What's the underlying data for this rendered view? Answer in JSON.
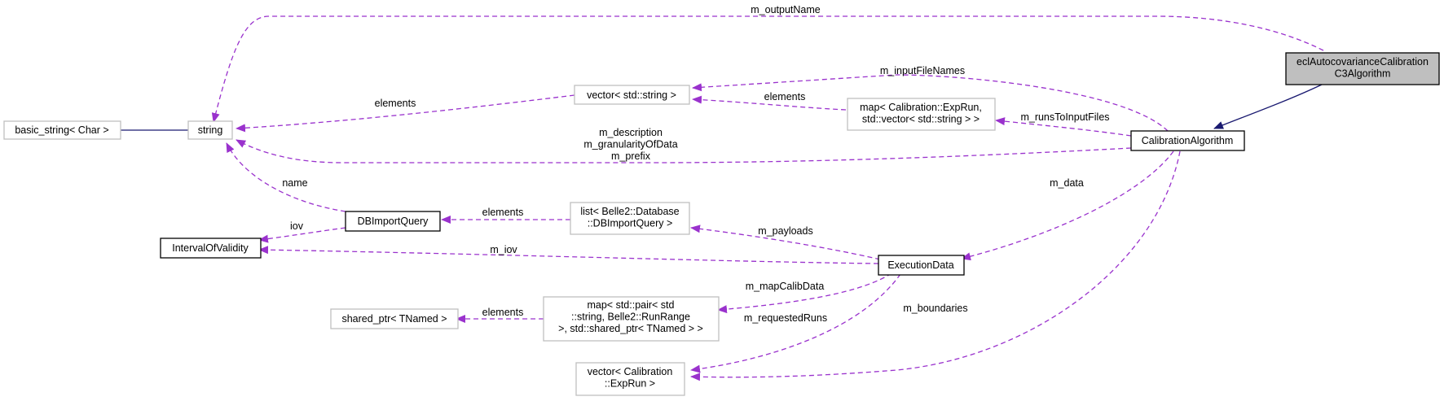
{
  "diagram": {
    "nodes": {
      "ecl": [
        "eclAutocovarianceCalibration",
        "C3Algorithm"
      ],
      "calib": [
        "CalibrationAlgorithm"
      ],
      "string": [
        "string"
      ],
      "basic_string": [
        "basic_string< Char >"
      ],
      "vector_string": [
        "vector< std::string >"
      ],
      "map_exprun": [
        "map< Calibration::ExpRun,",
        "std::vector< std::string > >"
      ],
      "dbimportquery": [
        "DBImportQuery"
      ],
      "list_db": [
        "list< Belle2::Database",
        "::DBImportQuery >"
      ],
      "interval": [
        "IntervalOfValidity"
      ],
      "execdata": [
        "ExecutionData"
      ],
      "shared_ptr": [
        "shared_ptr< TNamed >"
      ],
      "map_pair": [
        "map< std::pair< std",
        "::string, Belle2::RunRange",
        ">, std::shared_ptr< TNamed > >"
      ],
      "vector_exprun": [
        "vector< Calibration",
        "::ExpRun >"
      ]
    },
    "edge_labels": {
      "m_outputName": [
        "m_outputName"
      ],
      "m_inputFileNames": [
        "m_inputFileNames"
      ],
      "elements_string": [
        "elements"
      ],
      "elements_vector": [
        "elements"
      ],
      "m_runsToInputFiles": [
        "m_runsToInputFiles"
      ],
      "m_description": [
        "m_description",
        "m_granularityOfData",
        "m_prefix"
      ],
      "m_data": [
        "m_data"
      ],
      "name": [
        "name"
      ],
      "iov": [
        "iov"
      ],
      "elements_list": [
        "elements"
      ],
      "m_payloads": [
        "m_payloads"
      ],
      "m_iov": [
        "m_iov"
      ],
      "m_mapCalibData": [
        "m_mapCalibData"
      ],
      "elements_shared": [
        "elements"
      ],
      "m_requestedRuns": [
        "m_requestedRuns"
      ],
      "m_boundaries": [
        "m_boundaries"
      ]
    },
    "colors": {
      "inheritance": "#191970",
      "usage": "#9a32cd",
      "focus_fill": "#bfbfbf",
      "documented_border": "#000000",
      "external_border": "#bfbfbf"
    }
  }
}
